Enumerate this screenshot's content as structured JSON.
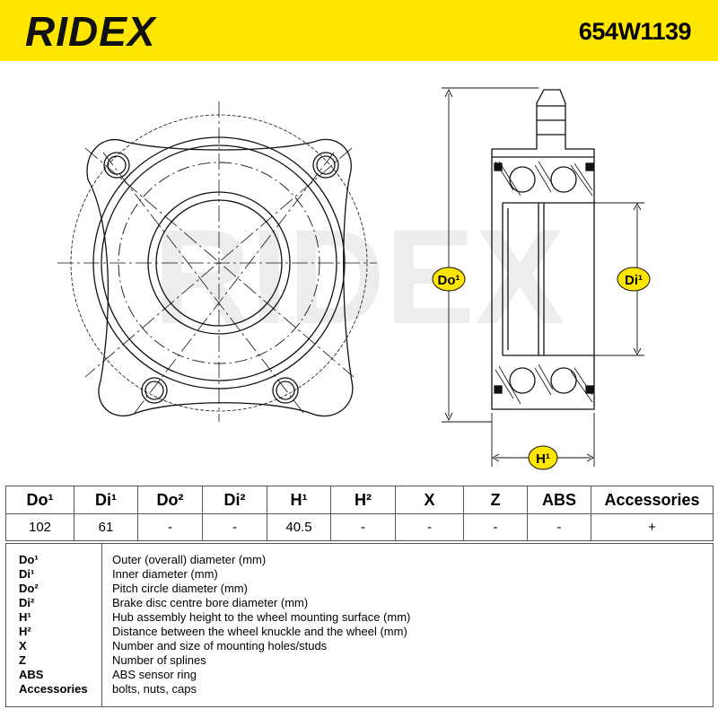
{
  "header": {
    "brand": "RIDEX",
    "part_number": "654W1139",
    "brand_color": "#ffe600"
  },
  "drawing": {
    "watermark": "RIDEX",
    "labels": {
      "do": "Do¹",
      "di": "Di¹",
      "h": "H¹"
    }
  },
  "table": {
    "columns": [
      "Do¹",
      "Di¹",
      "Do²",
      "Di²",
      "H¹",
      "H²",
      "X",
      "Z",
      "ABS",
      "Accessories"
    ],
    "values": [
      "102",
      "61",
      "-",
      "-",
      "40.5",
      "-",
      "-",
      "-",
      "-",
      "+"
    ]
  },
  "legend": [
    {
      "code": "Do¹",
      "desc": "Outer (overall) diameter (mm)"
    },
    {
      "code": "Di¹",
      "desc": "Inner diameter (mm)"
    },
    {
      "code": "Do²",
      "desc": "Pitch circle diameter (mm)"
    },
    {
      "code": "Di²",
      "desc": "Brake disc centre bore diameter (mm)"
    },
    {
      "code": "H¹",
      "desc": "Hub assembly height to the wheel mounting surface (mm)"
    },
    {
      "code": "H²",
      "desc": "Distance between the wheel knuckle and the wheel (mm)"
    },
    {
      "code": "X",
      "desc": "Number and size of mounting holes/studs"
    },
    {
      "code": "Z",
      "desc": "Number of splines"
    },
    {
      "code": "ABS",
      "desc": "ABS sensor ring"
    },
    {
      "code": "Accessories",
      "desc": "bolts, nuts, caps"
    }
  ]
}
